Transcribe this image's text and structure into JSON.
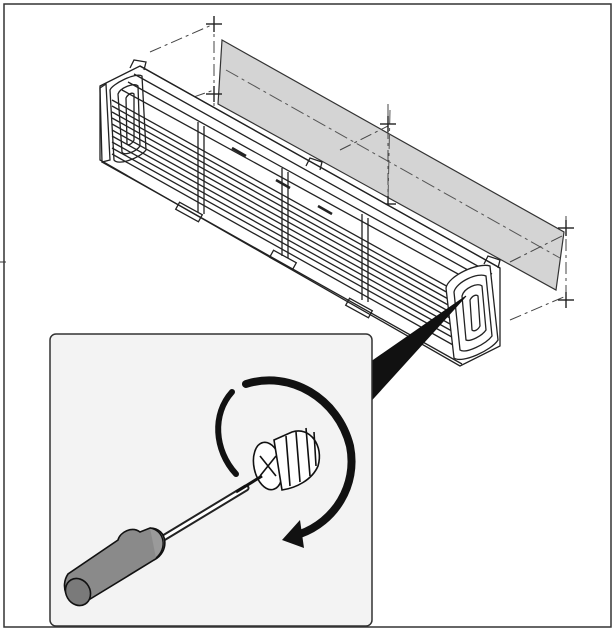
{
  "figure": {
    "name": "installation-diagram",
    "panels": [
      "mounting-template-overview",
      "screw-detail-inset"
    ],
    "colors": {
      "line": "#222222",
      "template_fill": "#d4d4d4",
      "inset_background": "#f3f3f3",
      "handle": "#8a8a8a",
      "background": "#ffffff"
    },
    "icons": [
      "screwdriver-icon",
      "screw-icon",
      "rotation-arrow-icon"
    ]
  }
}
